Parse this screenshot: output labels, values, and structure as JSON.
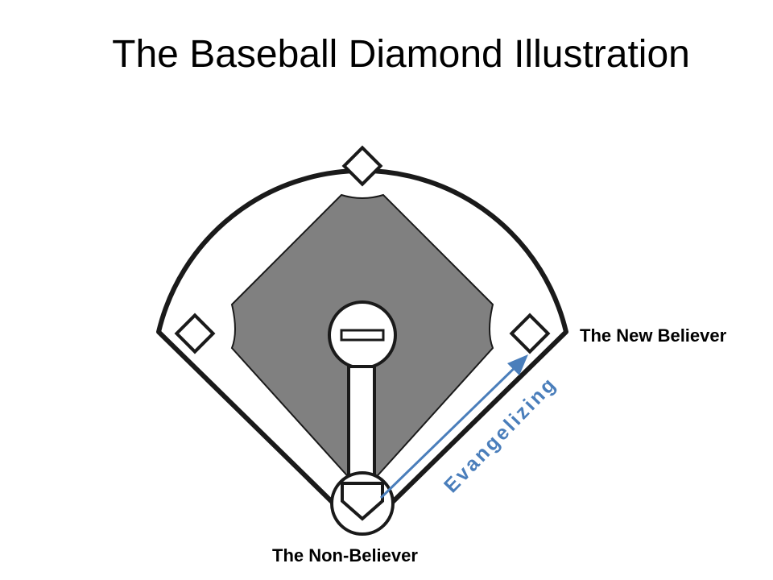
{
  "title": "The Baseball Diamond Illustration",
  "labels": {
    "new_believer": "The New Believer",
    "non_believer": "The Non-Believer",
    "arrow": "Evangelizing"
  },
  "colors": {
    "infield": "#808080",
    "outline": "#1a1a1a",
    "arrow": "#4a7ebb"
  }
}
